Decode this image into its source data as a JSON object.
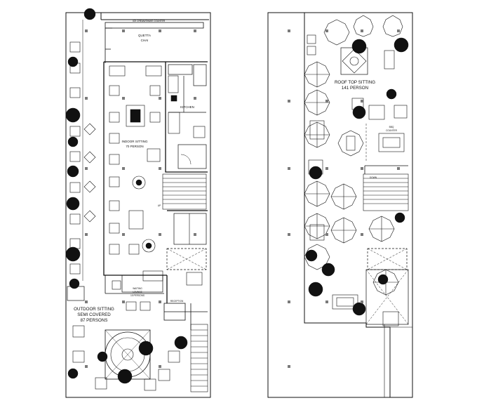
{
  "left_plan": {
    "labels": {
      "quetta_line1": "QUETTA",
      "quetta_line2": "CHAI",
      "icecream": "ICE CREAM/SHAKE COUNTER",
      "kitchen": "KITCHEN",
      "indoor_line1": "INDOOR SITTING",
      "indoor_line2": "70 PERSON",
      "outdoor_line1": "OUTDOOR SITTING",
      "outdoor_line2": "SEMI COVERED",
      "outdoor_line3": "87 PERSONS",
      "reception": "RECEPTION",
      "waiting_line1": "WAITING",
      "waiting_line2": "LOUNGE",
      "waiting_line3": "15 PERSONS",
      "up": "UP"
    }
  },
  "right_plan": {
    "labels": {
      "rooftop_line1": "ROOF TOP SITTING",
      "rooftop_line2": "141 PERSON",
      "down": "DOWN",
      "bbq_line1": "BBQ",
      "bbq_line2": "COUNTER"
    }
  },
  "colors": {
    "line": "#111111",
    "column": "#7a7a7a",
    "background": "#ffffff"
  }
}
